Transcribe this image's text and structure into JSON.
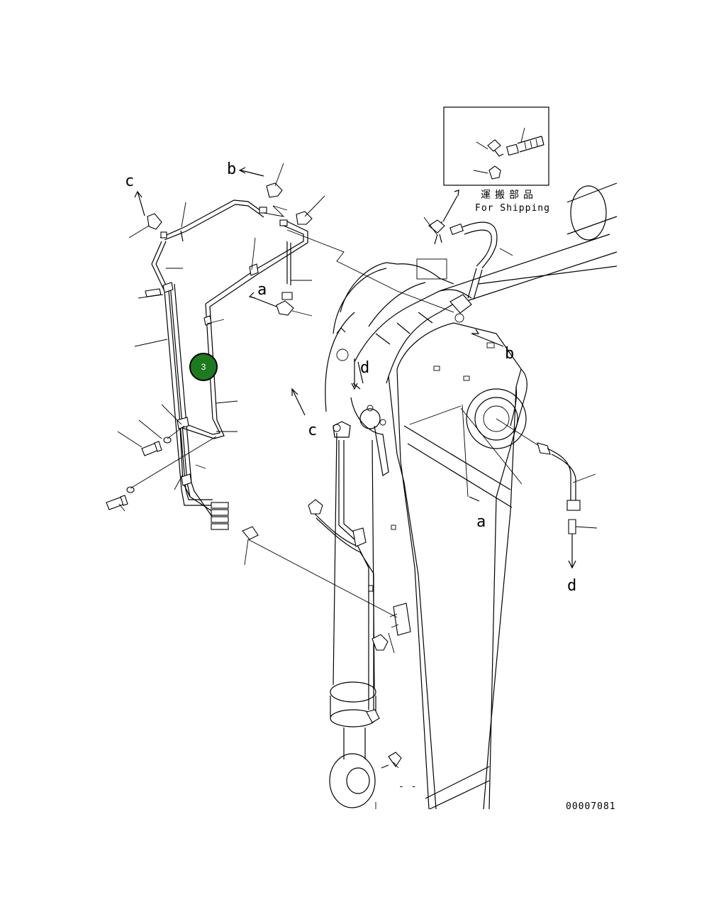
{
  "diagram": {
    "drawing_number": "00007081",
    "inset": {
      "japanese_label": "運搬部品",
      "english_label": "For Shipping"
    },
    "connection_labels": {
      "a_top": "a",
      "b_top": "b",
      "c_top": "c",
      "a_bottom": "a",
      "b_right": "b",
      "c_middle": "c",
      "d_middle": "d",
      "d_bottom": "d"
    },
    "callout": {
      "number": "3",
      "color": "#1e7a1e"
    },
    "bottom_marker": "- -"
  }
}
